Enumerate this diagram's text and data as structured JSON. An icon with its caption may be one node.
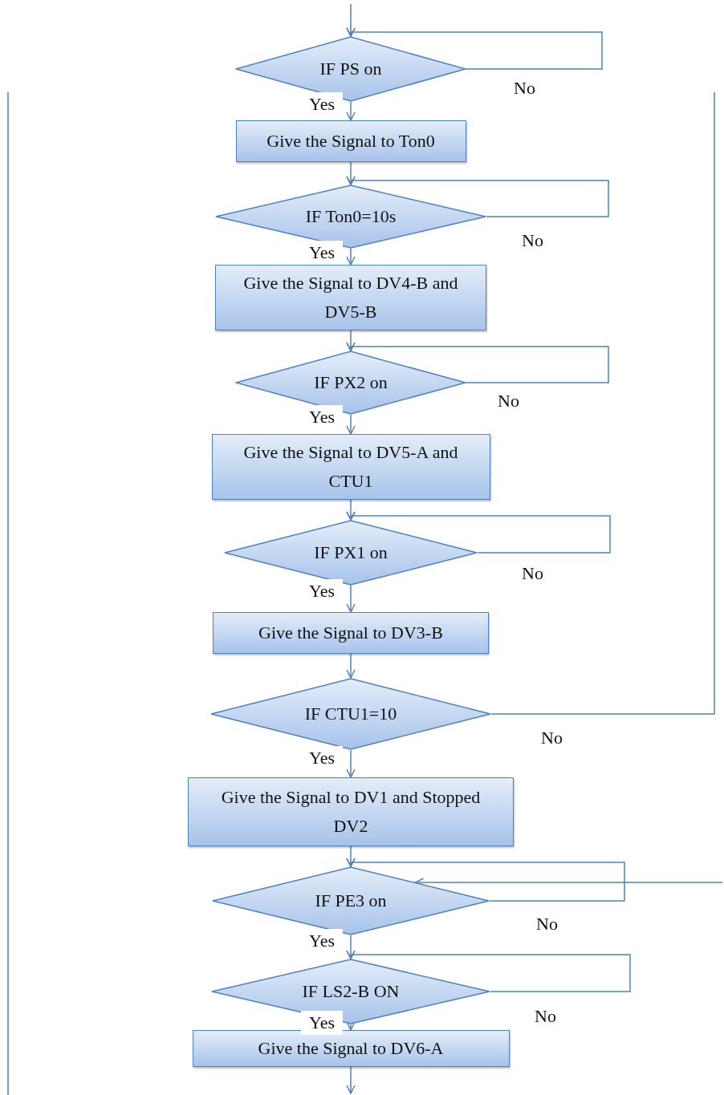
{
  "diagram": {
    "nodes": [
      {
        "text": [
          "IF PS on"
        ]
      },
      {
        "text": [
          "Give the Signal to Ton0"
        ]
      },
      {
        "text": [
          "IF Ton0=10s"
        ]
      },
      {
        "text": [
          "Give the Signal to DV4-B and DV5-B"
        ]
      },
      {
        "text": [
          "IF PX2 on"
        ]
      },
      {
        "text": [
          "Give the Signal to DV5-A and CTU1"
        ]
      },
      {
        "text": [
          "IF PX1 on"
        ]
      },
      {
        "text": [
          "Give the Signal to DV3-B"
        ]
      },
      {
        "text": [
          "IF CTU1=10"
        ]
      },
      {
        "text": [
          "Give the Signal to DV1 and Stopped DV2"
        ]
      },
      {
        "text": [
          "IF PE3 on"
        ]
      },
      {
        "text": [
          "IF LS2-B ON"
        ]
      },
      {
        "text": [
          "Give the Signal to DV6-A"
        ]
      }
    ],
    "edges": [
      {
        "from": null,
        "to": 0,
        "arrow": "to"
      },
      {
        "from": 0,
        "to": 0,
        "arrow": "to",
        "label": "No"
      },
      {
        "from": 0,
        "to": 1,
        "arrow": "to",
        "label": "Yes"
      },
      {
        "from": 1,
        "to": 2,
        "arrow": "to"
      },
      {
        "from": 2,
        "to": 2,
        "arrow": "to",
        "label": "No"
      },
      {
        "from": 2,
        "to": 3,
        "arrow": "to",
        "label": "Yes"
      },
      {
        "from": 3,
        "to": 4,
        "arrow": "to"
      },
      {
        "from": 4,
        "to": 4,
        "arrow": "to",
        "label": "No"
      },
      {
        "from": 4,
        "to": 5,
        "arrow": "to",
        "label": "Yes"
      },
      {
        "from": 5,
        "to": 6,
        "arrow": "to"
      },
      {
        "from": 6,
        "to": 6,
        "arrow": "to",
        "label": "No"
      },
      {
        "from": 6,
        "to": 7,
        "arrow": "to",
        "label": "Yes"
      },
      {
        "from": 7,
        "to": 8,
        "arrow": "to"
      },
      {
        "from": 8,
        "to": null,
        "arrow": "none",
        "label": "No"
      },
      {
        "from": 8,
        "to": 9,
        "arrow": "to",
        "label": "Yes"
      },
      {
        "from": 9,
        "to": 10,
        "arrow": "to"
      },
      {
        "from": null,
        "to": 10,
        "arrow": "to"
      },
      {
        "from": 10,
        "to": 10,
        "arrow": "to",
        "label": "No"
      },
      {
        "from": 10,
        "to": 11,
        "arrow": "to",
        "label": "Yes"
      },
      {
        "from": 11,
        "to": 11,
        "arrow": "to",
        "label": "No"
      },
      {
        "from": 11,
        "to": 12,
        "arrow": "to",
        "label": "Yes"
      },
      {
        "from": 12,
        "to": null,
        "arrow": "to"
      }
    ]
  }
}
